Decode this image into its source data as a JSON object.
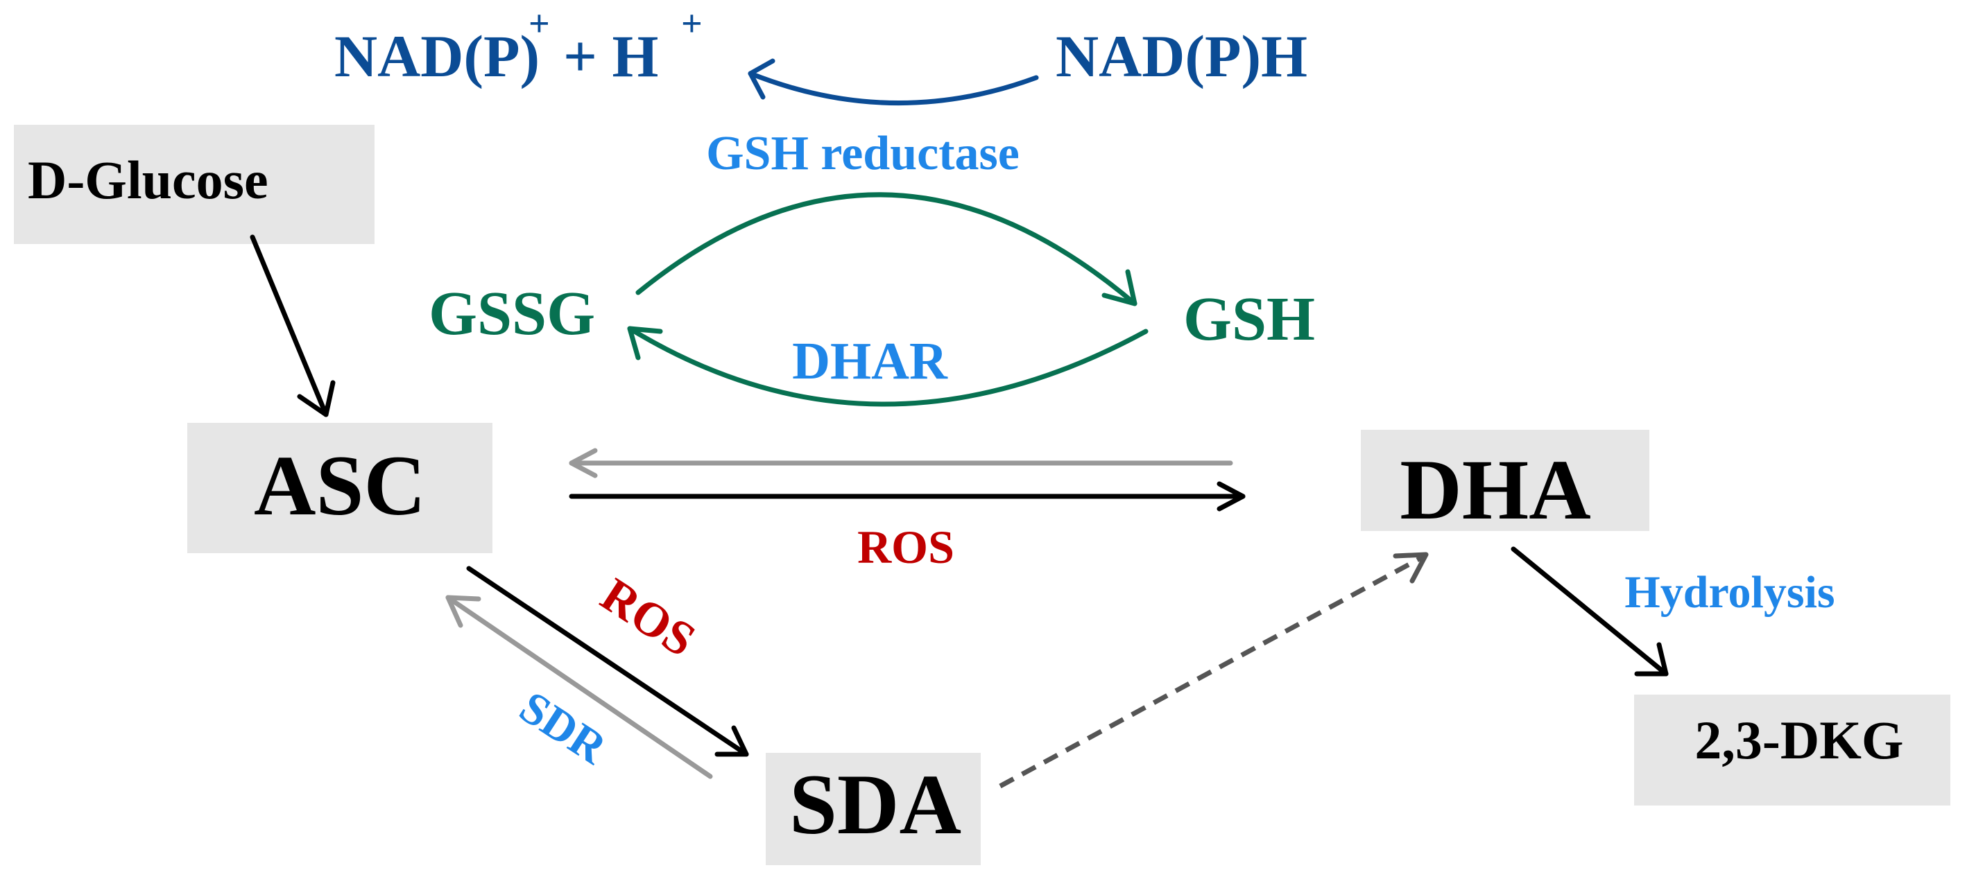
{
  "colors": {
    "box_fill": "#e6e6e6",
    "black": "#000000",
    "navy": "#0b4c95",
    "green": "#077151",
    "light_blue": "#1f86e8",
    "red": "#c00000",
    "gray": "#999999",
    "dark_gray": "#555555"
  },
  "nodes": {
    "d_glucose": "D-Glucose",
    "asc": "ASC",
    "dha": "DHA",
    "sda": "SDA",
    "dkg": "2,3-DKG",
    "gssg": "GSSG",
    "gsh": "GSH",
    "nadp_plus_base": "NAD(P)",
    "nadp_plus_charge": "+",
    "plus_sign": "+ H",
    "proton_charge": "+",
    "nadph": "NAD(P)H"
  },
  "labels": {
    "gsh_reductase": "GSH reductase",
    "dhar": "DHAR",
    "ros_horizontal": "ROS",
    "ros_diagonal": "ROS",
    "sdr": "SDR",
    "hydrolysis": "Hydrolysis"
  }
}
